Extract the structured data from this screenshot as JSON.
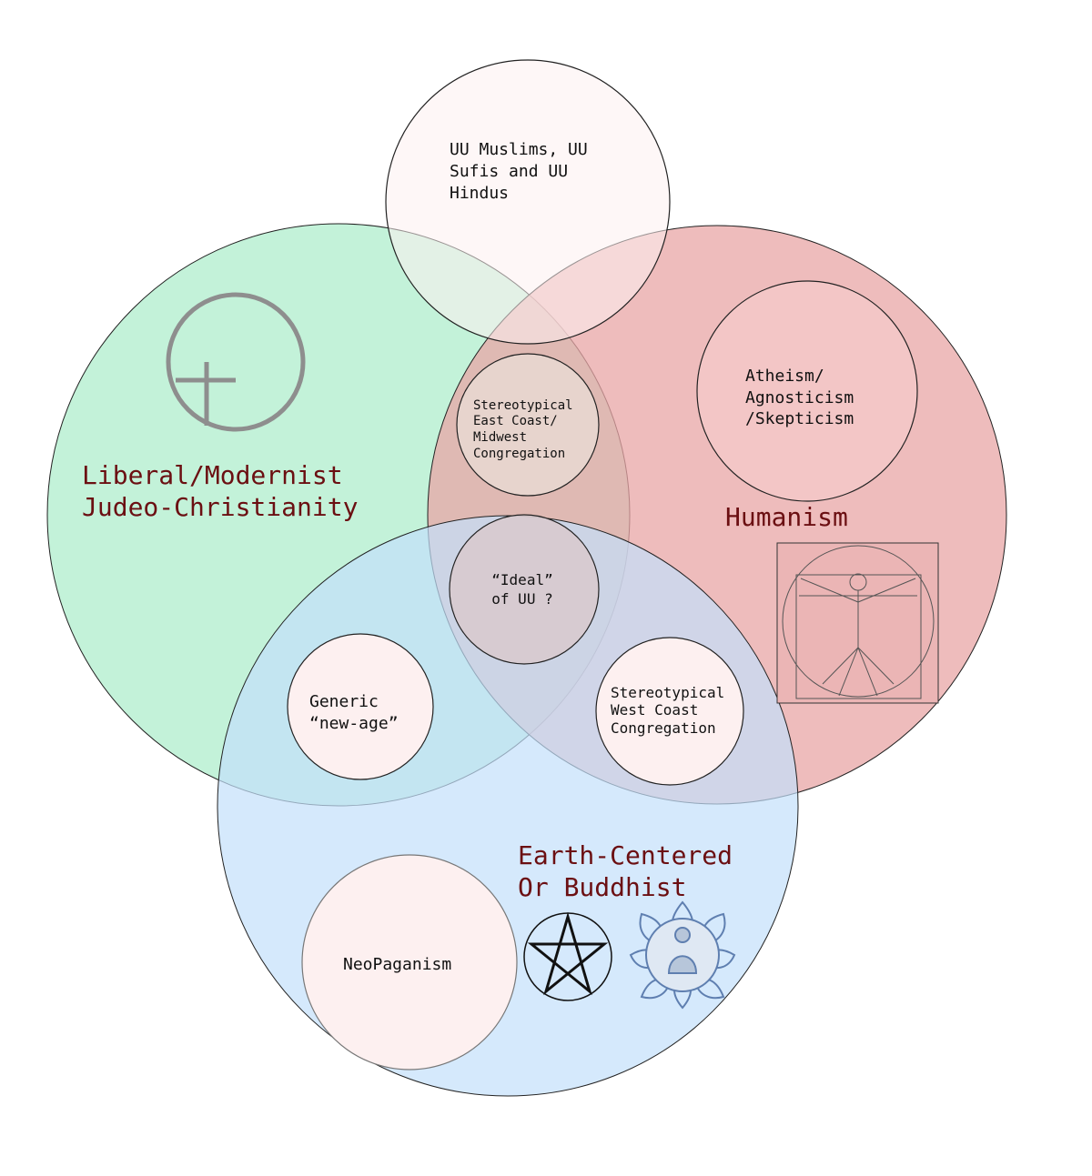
{
  "colors": {
    "christianity_fill": "#b9f0d2",
    "humanism_fill": "#e8a6a6",
    "earth_fill": "#c3e0fb",
    "minor_circle_fill": "#fdf0f0",
    "heading_text": "#6b0f12",
    "body_text": "#111111",
    "icon_grey": "#8e8e8e"
  },
  "groups": {
    "christianity": {
      "line1": "Liberal/Modernist",
      "line2": "Judeo-Christianity",
      "icon": "circled-cross-icon"
    },
    "humanism": {
      "label": "Humanism",
      "icon": "vitruvian-man-icon"
    },
    "earth": {
      "line1": "Earth-Centered",
      "line2": "Or Buddhist",
      "icons": [
        "pentacle-icon",
        "buddha-lotus-icon"
      ]
    }
  },
  "subgroups": {
    "uu_muslims": [
      "UU Muslims, UU",
      "Sufis and UU",
      "Hindus"
    ],
    "atheism": [
      "Atheism/",
      "Agnosticism",
      "/Skepticism"
    ],
    "east_coast": [
      "Stereotypical",
      "East Coast/",
      "Midwest",
      "Congregation"
    ],
    "ideal": [
      "“Ideal”",
      "of UU ?"
    ],
    "new_age": [
      "Generic",
      "“new-age”"
    ],
    "west_coast": [
      "Stereotypical",
      "West Coast",
      "Congregation"
    ],
    "neopaganism": [
      "NeoPaganism"
    ]
  }
}
